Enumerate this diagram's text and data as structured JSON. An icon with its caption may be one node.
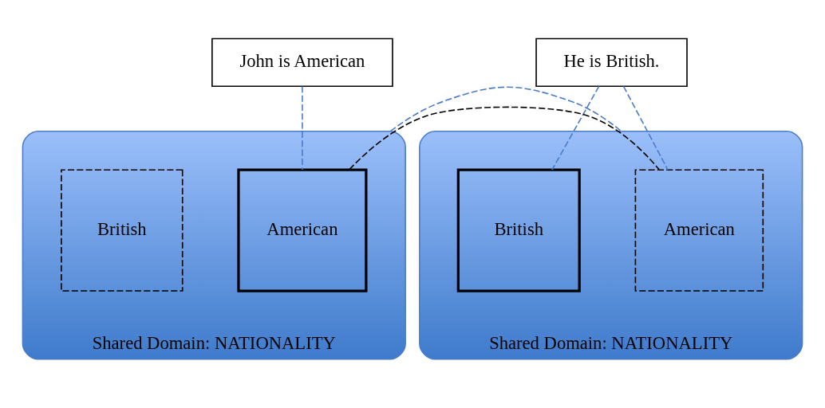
{
  "diagram": {
    "nodes": [
      {
        "text": [
          "John is American"
        ]
      },
      {
        "text": [
          "He is British."
        ]
      },
      {
        "text": [
          "Shared Domain: NATIONALITY"
        ]
      },
      {
        "text": [
          "American"
        ],
        "in": 2
      },
      {
        "text": [
          "British"
        ],
        "in": 2
      },
      {
        "text": [
          "Shared Domain: NATIONALITY"
        ]
      },
      {
        "text": [
          "American"
        ],
        "in": 5
      },
      {
        "text": [
          "British"
        ],
        "in": 5
      }
    ],
    "edges": [
      {
        "from": 0,
        "to": 3,
        "arrow": "none",
        "style": "dashed"
      },
      {
        "from": 1,
        "to": 6,
        "arrow": "none",
        "style": "dashed"
      },
      {
        "from": 1,
        "to": 7,
        "arrow": "none",
        "style": "dashed"
      },
      {
        "from": 3,
        "to": 6,
        "arrow": "none",
        "style": "dashed",
        "color": "#000000"
      },
      {
        "from": 2,
        "to": 5,
        "arrow": "none",
        "style": "dashed"
      }
    ]
  }
}
